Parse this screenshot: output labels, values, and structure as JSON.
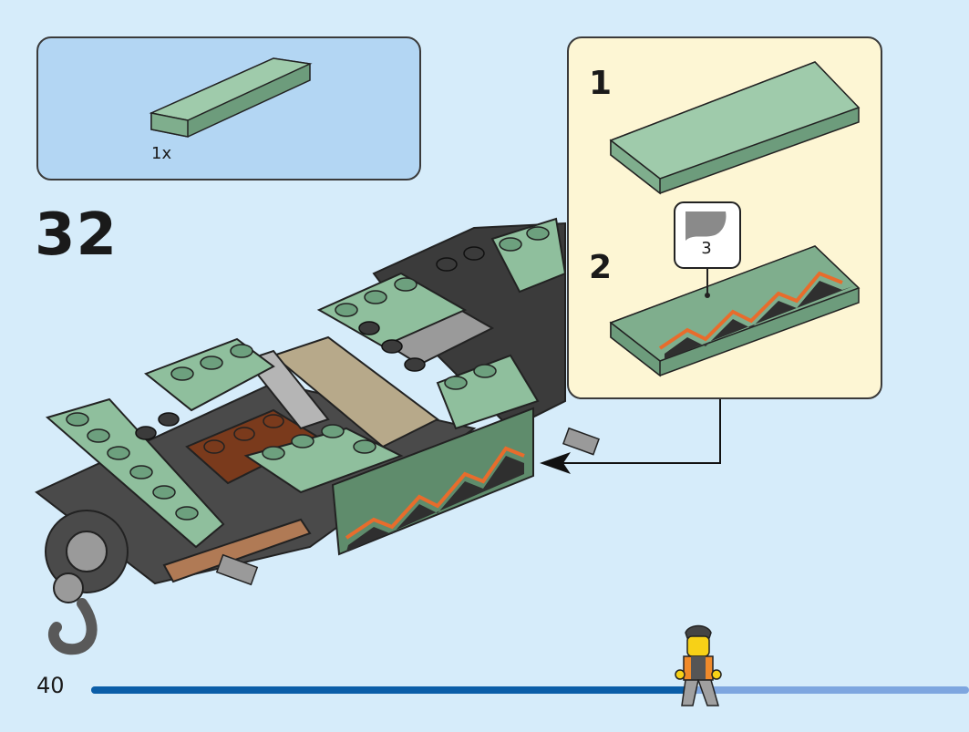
{
  "parts_list": {
    "quantity": "1x",
    "part_color": "#8fbf9d"
  },
  "step": {
    "number": "32"
  },
  "sub_assembly": {
    "steps": [
      {
        "label": "1"
      },
      {
        "label": "2"
      }
    ],
    "sticker_number": "3"
  },
  "page": {
    "number": "40",
    "progress": 0.68
  },
  "colors": {
    "background": "#d6ecfa",
    "parts_box": "#b3d6f3",
    "callout": "#fdf6d4",
    "sand_green": "#8fbf9d",
    "dark_grey": "#595959",
    "progress_fill": "#0b5ea8",
    "progress_track": "#7ea6df"
  }
}
